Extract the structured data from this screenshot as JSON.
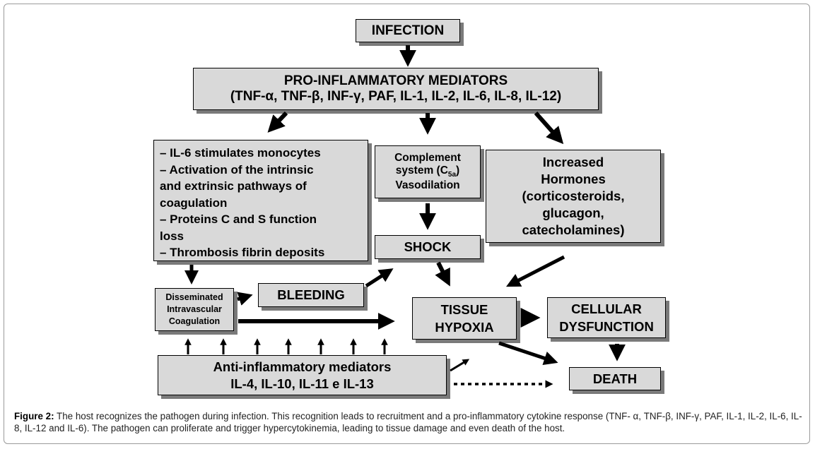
{
  "nodes": {
    "infection": "INFECTION",
    "pro_inflammatory": {
      "line1": "PRO-INFLAMMATORY MEDIATORS",
      "line2": "(TNF-α, TNF-β, INF-γ, PAF, IL-1, IL-2, IL-6, IL-8, IL-12)"
    },
    "il6_list": [
      "– IL-6 stimulates monocytes",
      "– Activation of the intrinsic",
      "and extrinsic pathways of",
      "coagulation",
      "– Proteins C and S function",
      "loss",
      "– Thrombosis fibrin deposits"
    ],
    "complement": {
      "line1": "Complement",
      "line2_pre": "system (C",
      "line2_sub": "5a",
      "line2_post": ")",
      "line3": "Vasodilation"
    },
    "hormones": [
      "Increased",
      "Hormones",
      "(corticosteroids,",
      "glucagon,",
      "catecholamines)"
    ],
    "shock": "SHOCK",
    "dic": [
      "Disseminated",
      "Intravascular",
      "Coagulation"
    ],
    "bleeding": "BLEEDING",
    "tissue_hypoxia": [
      "TISSUE",
      "HYPOXIA"
    ],
    "cellular_dysfunction": [
      "CELLULAR",
      "DYSFUNCTION"
    ],
    "anti_inflammatory": {
      "line1": "Anti-inflammatory mediators",
      "line2": "IL-4, IL-10, IL-11 e IL-13"
    },
    "death": "DEATH"
  },
  "caption": {
    "label": "Figure 2:",
    "text": " The host recognizes the pathogen during infection. This recognition leads to recruitment and a pro-inflammatory cytokine response (TNF- α, TNF-β, INF-γ, PAF, IL-1, IL-2, IL-6, IL-8, IL-12 and IL-6). The pathogen can proliferate and trigger hypercytokinemia, leading to tissue damage and even death of the host."
  },
  "colors": {
    "box_fill": "#d9d9d9",
    "box_border": "#000000",
    "shadow": "#7a7a7a",
    "arrow": "#000000"
  }
}
